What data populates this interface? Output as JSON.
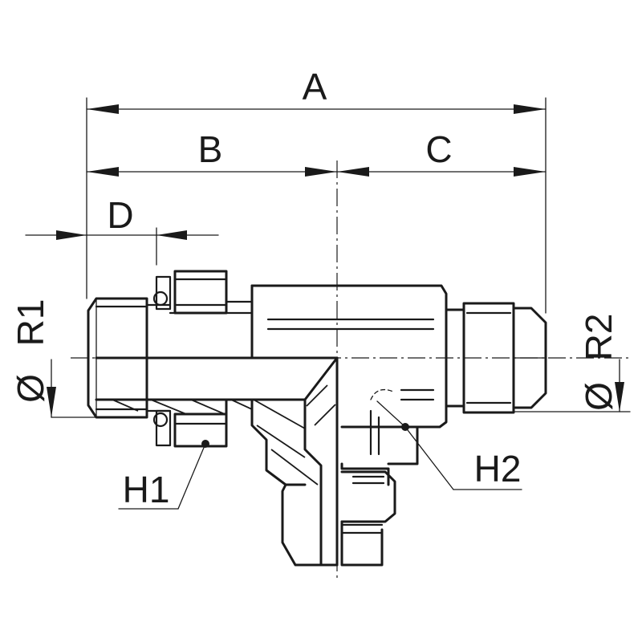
{
  "diagram": {
    "labels": {
      "A": "A",
      "B": "B",
      "C": "C",
      "D": "D",
      "R1": "R1",
      "R2": "R2",
      "H1": "H1",
      "H2": "H2",
      "diameter_symbol": "Ø"
    }
  }
}
